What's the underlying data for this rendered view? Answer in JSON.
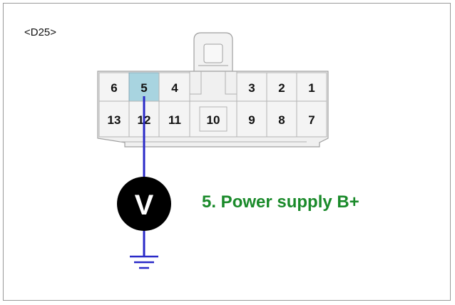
{
  "connector": {
    "id_label": "<D25>",
    "top_row": [
      "6",
      "5",
      "4",
      "3",
      "2",
      "1"
    ],
    "bottom_row": [
      "13",
      "12",
      "11",
      "10",
      "9",
      "8",
      "7"
    ],
    "highlighted_pin": "5"
  },
  "meter": {
    "symbol": "V"
  },
  "caption": {
    "text": "5. Power supply B+"
  },
  "colors": {
    "wire": "#2a2ac8",
    "highlight_pin": "#a8d4e0",
    "caption": "#1a8a2a",
    "housing": "#f0f0f0",
    "housing_stroke": "#a0a0a0"
  }
}
